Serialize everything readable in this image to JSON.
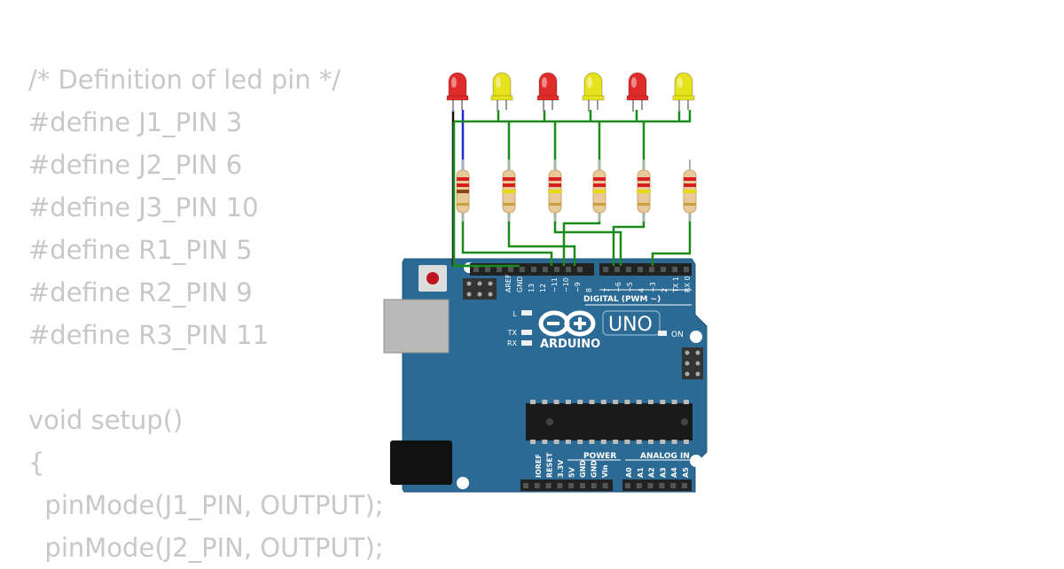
{
  "code_lines": [
    "/* Definition of led pin */",
    "#define J1_PIN 3",
    "#define J2_PIN 6",
    "#define J3_PIN 10",
    "#define R1_PIN 5",
    "#define R2_PIN 9",
    "#define R3_PIN 11",
    "",
    "void setup()",
    "{",
    "  pinMode(J1_PIN, OUTPUT);",
    "  pinMode(J2_PIN, OUTPUT);"
  ],
  "leds": [
    {
      "color": "red",
      "hex": "#e02b2b"
    },
    {
      "color": "yellow",
      "hex": "#e6e21c"
    },
    {
      "color": "red",
      "hex": "#e02b2b"
    },
    {
      "color": "yellow",
      "hex": "#e6e21c"
    },
    {
      "color": "red",
      "hex": "#e02b2b"
    },
    {
      "color": "yellow",
      "hex": "#e6e21c"
    }
  ],
  "colors": {
    "board": "#2b6a94",
    "wire_green": "#1a8a1a",
    "wire_blue": "#1f2ecf",
    "code_text": "#c8c8c8"
  },
  "board": {
    "model": "UNO",
    "brand": "ARDUINO",
    "digital_label": "DIGITAL (PWM ~)",
    "power_label": "POWER",
    "analog_label": "ANALOG IN",
    "on_label": "ON",
    "l_label": "L",
    "tx_label": "TX",
    "rx_label": "RX",
    "top_pin_labels": [
      "AREF",
      "GND",
      "13",
      "12",
      "~11",
      "~10",
      "~9",
      "8",
      "7",
      "~6",
      "~5",
      "4",
      "~3",
      "2",
      "TX 1",
      "RX 0"
    ],
    "power_pin_labels": [
      "IOREF",
      "RESET",
      "3.3V",
      "5V",
      "GND",
      "GND",
      "Vin"
    ],
    "analog_pin_labels": [
      "A0",
      "A1",
      "A2",
      "A3",
      "A4",
      "A5"
    ]
  }
}
